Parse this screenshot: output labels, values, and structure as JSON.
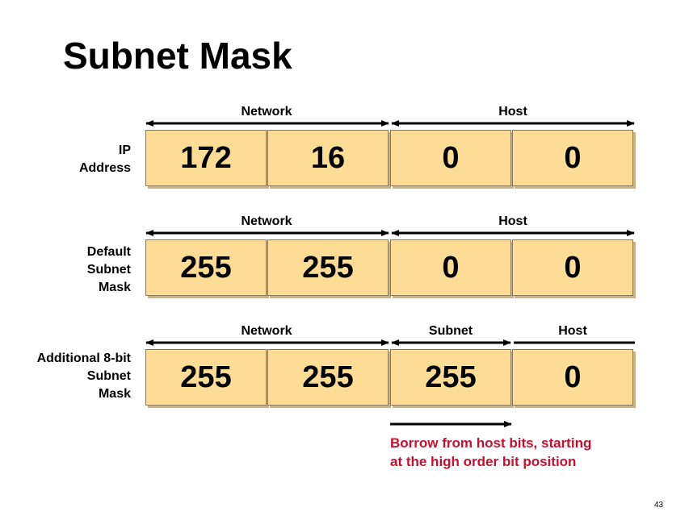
{
  "title": "Subnet Mask",
  "rows": [
    {
      "label_lines": [
        "IP",
        "Address"
      ],
      "octets": [
        "172",
        "16",
        "0",
        "0"
      ],
      "segments": [
        "Network",
        "Host"
      ]
    },
    {
      "label_lines": [
        "Default",
        "Subnet",
        "Mask"
      ],
      "octets": [
        "255",
        "255",
        "0",
        "0"
      ],
      "segments": [
        "Network",
        "Host"
      ]
    },
    {
      "label_lines": [
        "Additional 8-bit",
        "Subnet",
        "Mask"
      ],
      "octets": [
        "255",
        "255",
        "255",
        "0"
      ],
      "segments": [
        "Network",
        "Subnet",
        "Host"
      ]
    }
  ],
  "note_lines": [
    "Borrow from host bits, starting",
    "at the high order bit position"
  ],
  "page_number": "43",
  "colors": {
    "octet_fill": "#fddc96",
    "note_text": "#c8102e"
  }
}
